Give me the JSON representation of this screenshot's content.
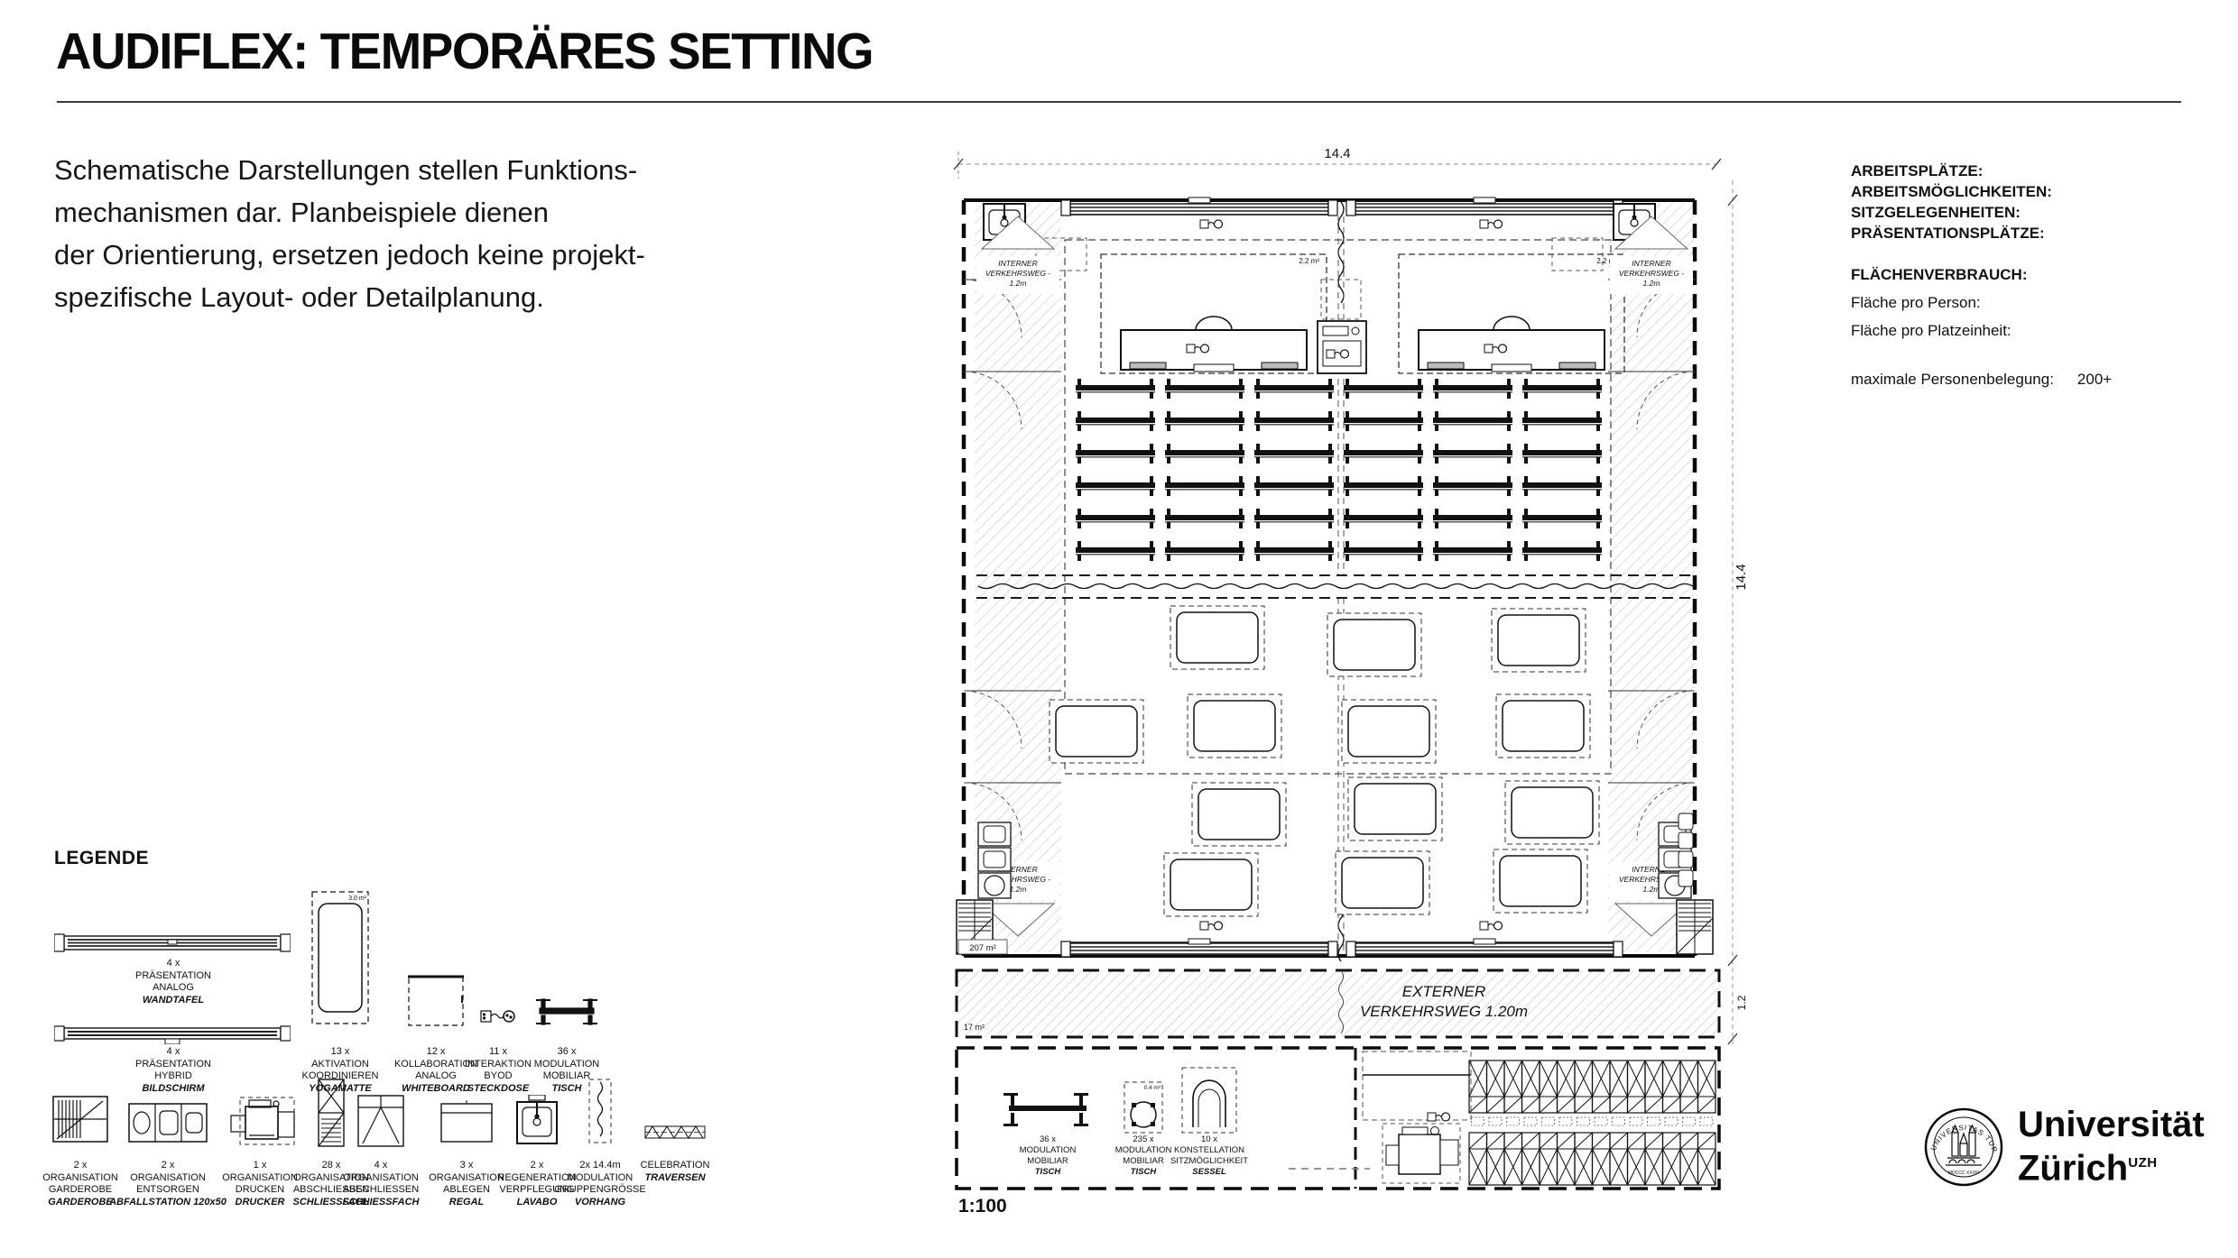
{
  "page": {
    "title": "AUDIFLEX: TEMPORÄRES SETTING"
  },
  "intro": {
    "lines": [
      "Schematische Darstellungen stellen Funktions-",
      "mechanismen dar.  Planbeispiele dienen",
      "der Orientierung, ersetzen jedoch keine projekt-",
      "spezifische Layout- oder Detailplanung."
    ]
  },
  "stats": {
    "bold_rows": [
      "ARBEITSPLÄTZE:",
      "ARBEITSMÖGLICHKEITEN:",
      "SITZGELEGENHEITEN:",
      "PRÄSENTATIONSPLÄTZE:"
    ],
    "section2_title": "FLÄCHENVERBRAUCH:",
    "section2_rows": [
      "Fläche pro Person:",
      "Fläche pro Platzeinheit:"
    ],
    "occupancy_label": "maximale Personenbelegung:",
    "occupancy_value": "200+"
  },
  "legend": {
    "title": "LEGENDE",
    "items": [
      {
        "symbol": "wandtafel-bar",
        "count": "4 x",
        "l1": "PRÄSENTATION",
        "l2": "ANALOG",
        "name": "WANDTAFEL"
      },
      {
        "symbol": "bildschirm-bar",
        "count": "4 x",
        "l1": "PRÄSENTATION",
        "l2": "HYBRID",
        "name": "BILDSCHIRM"
      },
      {
        "symbol": "yogamatte",
        "count": "13 x",
        "l1": "AKTIVATION",
        "l2": "KOORDINIEREN",
        "name": "YOGAMATTE"
      },
      {
        "symbol": "whiteboard",
        "count": "12 x",
        "l1": "KOLLABORATION",
        "l2": "ANALOG",
        "name": "WHITEBOARD"
      },
      {
        "symbol": "steckdose",
        "count": "11 x",
        "l1": "INTERAKTION",
        "l2": "BYOD",
        "name": "STECKDOSE"
      },
      {
        "symbol": "tisch",
        "count": "36 x",
        "l1": "MODULATION",
        "l2": "MOBILIAR",
        "name": "TISCH"
      },
      {
        "symbol": "garderobe",
        "count": "2 x",
        "l1": "ORGANISATION",
        "l2": "GARDEROBE",
        "name": "GARDEROBE"
      },
      {
        "symbol": "abfallstation",
        "count": "2 x",
        "l1": "ORGANISATION",
        "l2": "ENTSORGEN",
        "name": "ABFALLSTATION 120x50"
      },
      {
        "symbol": "drucker",
        "count": "1 x",
        "l1": "ORGANISATION",
        "l2": "DRUCKEN",
        "name": "DRUCKER"
      },
      {
        "symbol": "schliessfach-hoch",
        "count": "28 x",
        "l1": "ORGANISATION",
        "l2": "ABSCHLIESSEN",
        "name": "SCHLIESSFACH"
      },
      {
        "symbol": "schliessfach",
        "count": "4 x",
        "l1": "ORGANISATION",
        "l2": "ABSCHLIESSEN",
        "name": "SCHLIESSFACH"
      },
      {
        "symbol": "regal",
        "count": "3 x",
        "l1": "ORGANISATION",
        "l2": "ABLEGEN",
        "name": "REGAL"
      },
      {
        "symbol": "lavabo",
        "count": "2 x",
        "l1": "REGENERATION",
        "l2": "VERPFLEGUNG",
        "name": "LAVABO"
      },
      {
        "symbol": "vorhang",
        "count": "2x 14.4m",
        "l1": "MODULATION",
        "l2": "GRUPPENGRÖSSE",
        "name": "VORHANG"
      },
      {
        "symbol": "traversen",
        "count": "",
        "l1": "CELEBRATION",
        "l2": "",
        "name": "TRAVERSEN"
      }
    ]
  },
  "plan": {
    "scale_label": "1:100",
    "dim_width": "14.4",
    "dim_height": "14.4",
    "dim_corridor": "1.2",
    "extern_line1": "EXTERNER",
    "extern_line2": "VERKEHRSWEG 1.20m",
    "intern_lines": [
      "INTERNER",
      "VERKEHRSWEG -",
      "1.2m"
    ],
    "area_extern": "17 m²",
    "area_room": "207 m²",
    "zone_area": "2.2 m²",
    "mat_area": "3.0 m²",
    "hocker_area": "0.4 m²",
    "bottom_items": [
      {
        "symbol": "tisch-bank",
        "count": "36 x",
        "l1": "MODULATION",
        "l2": "MOBILIAR",
        "name": "TISCH"
      },
      {
        "symbol": "hocker",
        "count": "235 x",
        "l1": "MODULATION",
        "l2": "MOBILIAR",
        "name": "TISCH"
      },
      {
        "symbol": "sessel",
        "count": "10 x",
        "l1": "KONSTELLATION",
        "l2": "SITZMÖGLICHKEIT",
        "name": "SESSEL"
      }
    ],
    "tables_grid": {
      "cols": 6,
      "rows": 6
    },
    "mats_count": 13,
    "lockers": {
      "cols": 14,
      "rows": 2
    }
  },
  "logo": {
    "line1": "Universität",
    "line2": "Zürich",
    "abbr": "UZH",
    "seal_text": "UNIVERSITAS   TURICENSIS",
    "seal_year": "MDCCC XXXIII"
  }
}
